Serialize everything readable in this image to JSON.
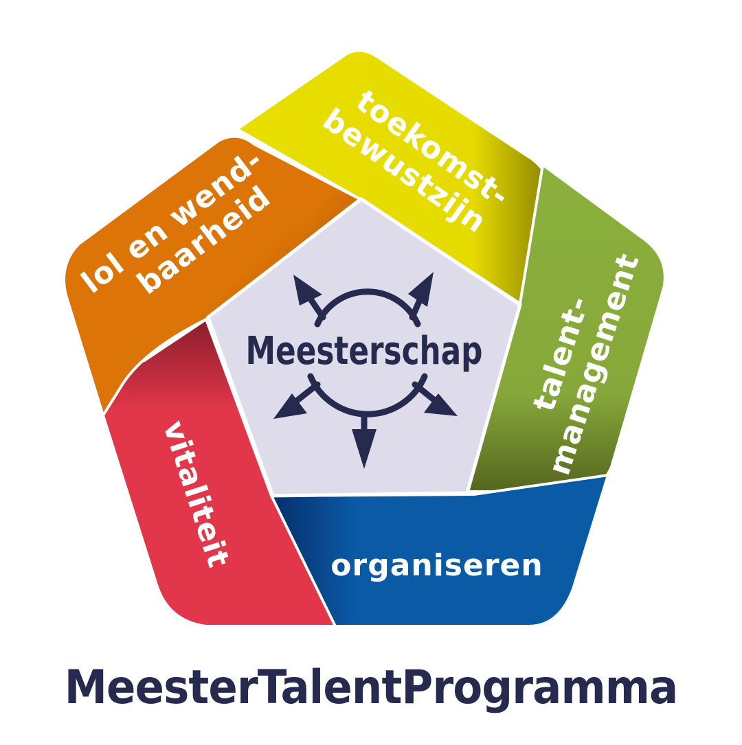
{
  "center": {
    "title": "Meesterschap"
  },
  "segments": {
    "toekomst": {
      "line1": "toekomst-",
      "line2": "bewustzijn",
      "color": "#e8dc00"
    },
    "talent": {
      "line1": "talent-",
      "line2": "management",
      "color": "#86a83a"
    },
    "organiseren": {
      "line1": "organiseren",
      "color": "#0a5aa6"
    },
    "vitaliteit": {
      "line1": "vitaliteit",
      "color": "#e2374a"
    },
    "wendbaarheid": {
      "line1": "lol en wend-",
      "line2": "baarheid",
      "color": "#dc7407"
    }
  },
  "footer": {
    "title": "MeesterTalentProgramma"
  },
  "colors": {
    "navy": "#262a4f",
    "center_fill": "#dedbea"
  },
  "icons": [
    "compass-arrows-icon"
  ]
}
